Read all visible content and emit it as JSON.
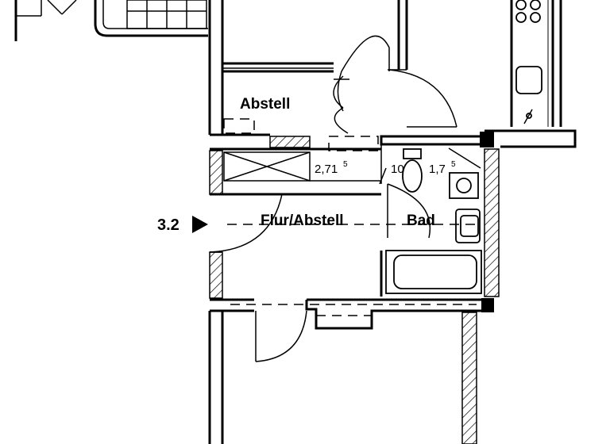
{
  "rooms": {
    "abstell": "Abstell",
    "flur": "Flur/Abstell",
    "bad": "Bad"
  },
  "entrance": {
    "label": "3.2"
  },
  "dimensions": {
    "d1_main": "2,71",
    "d1_sup": "5",
    "d2": "10",
    "d3": "1,7",
    "d3_sup": "5"
  }
}
